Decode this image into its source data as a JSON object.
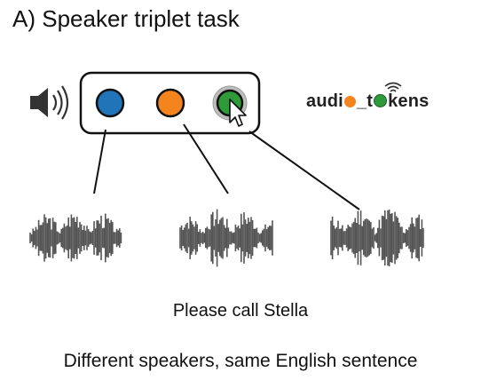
{
  "title": "A) Speaker triplet task",
  "caption": "Please call Stella",
  "footnote": "Different speakers, same English sentence",
  "logo": {
    "part1": "audi",
    "part2": "_t",
    "part3": "kens",
    "dot_orange_color": "#f5841f",
    "dot_green_color": "#2e9a3a"
  },
  "circles": [
    {
      "name": "blue-speaker-circle",
      "color": "#2074b8"
    },
    {
      "name": "orange-speaker-circle",
      "color": "#f5841f"
    },
    {
      "name": "green-speaker-circle",
      "color": "#2e9a3a",
      "selected": true
    }
  ],
  "icons": [
    "speaker-icon",
    "cursor-icon",
    "signal-icon"
  ],
  "colors": {
    "waveform": "#555555",
    "frame": "#111111"
  }
}
